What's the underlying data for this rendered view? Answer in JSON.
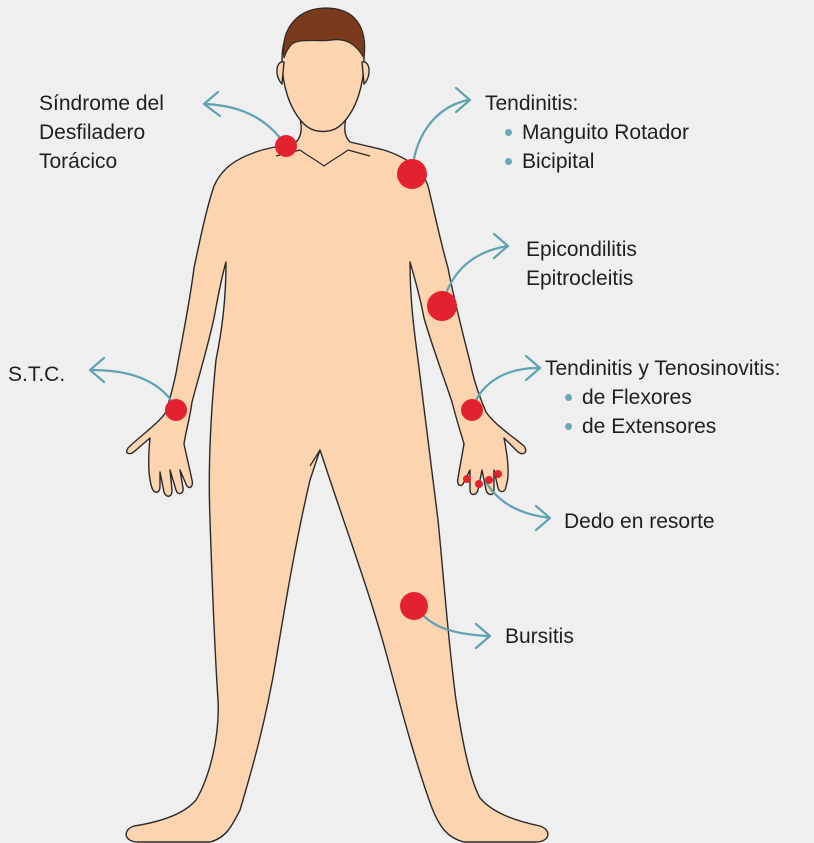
{
  "colors": {
    "background": "#efeff0",
    "skin": "#fcd4b0",
    "outline": "#2a2a2a",
    "hair": "#7a3a1c",
    "marker": "#e4222f",
    "arrow": "#5ea3af",
    "bullet": "#6aa9b5"
  },
  "labels": {
    "toracico": {
      "lines": [
        "Síndrome del",
        "Desfiladero",
        "Torácico"
      ]
    },
    "tendinitis_hombro": {
      "title": "Tendinitis:",
      "items": [
        "Manguito Rotador",
        "Bicipital"
      ]
    },
    "codo": {
      "lines": [
        "Epicondilitis",
        "Epitrocleitis"
      ]
    },
    "stc": {
      "text": "S.T.C."
    },
    "muneca": {
      "title": "Tendinitis y Tenosinovitis:",
      "items": [
        "de Flexores",
        "de Extensores"
      ]
    },
    "dedo": {
      "text": "Dedo en resorte"
    },
    "bursitis": {
      "text": "Bursitis"
    }
  },
  "icons": {
    "marker": "red-circle-marker",
    "arrow": "curved-arrow"
  }
}
